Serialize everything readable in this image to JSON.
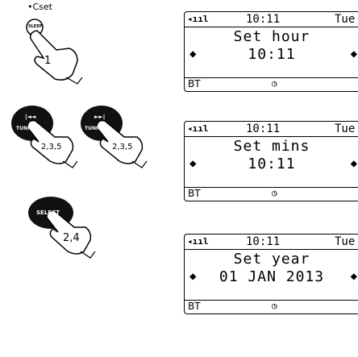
{
  "left": {
    "set_caption": "•Cset",
    "sleep_label": "SLEEP",
    "step1": "1",
    "tuning_down_label": "TUNING",
    "tuning_down_glyph": "|◄◄",
    "tuning_up_label": "TUNING",
    "tuning_up_glyph": "►►|",
    "step_235_a": "2,3,5",
    "step_235_b": "2,3,5",
    "select_label": "SELECT",
    "step_24": "2,4"
  },
  "screens": [
    {
      "time": "10:11",
      "day": "Tue",
      "line1": "Set hour",
      "line2": "10:11",
      "footer_left": "BT"
    },
    {
      "time": "10:11",
      "day": "Tue",
      "line1": "Set mins",
      "line2": "10:11",
      "footer_left": "BT"
    },
    {
      "time": "10:11",
      "day": "Tue",
      "line1": "Set year",
      "line2": "01 JAN 2013",
      "footer_left": "BT"
    }
  ],
  "icons": {
    "signal": "signal-icon",
    "alarm": "alarm-clock-icon",
    "hand": "pointing-hand-icon"
  }
}
